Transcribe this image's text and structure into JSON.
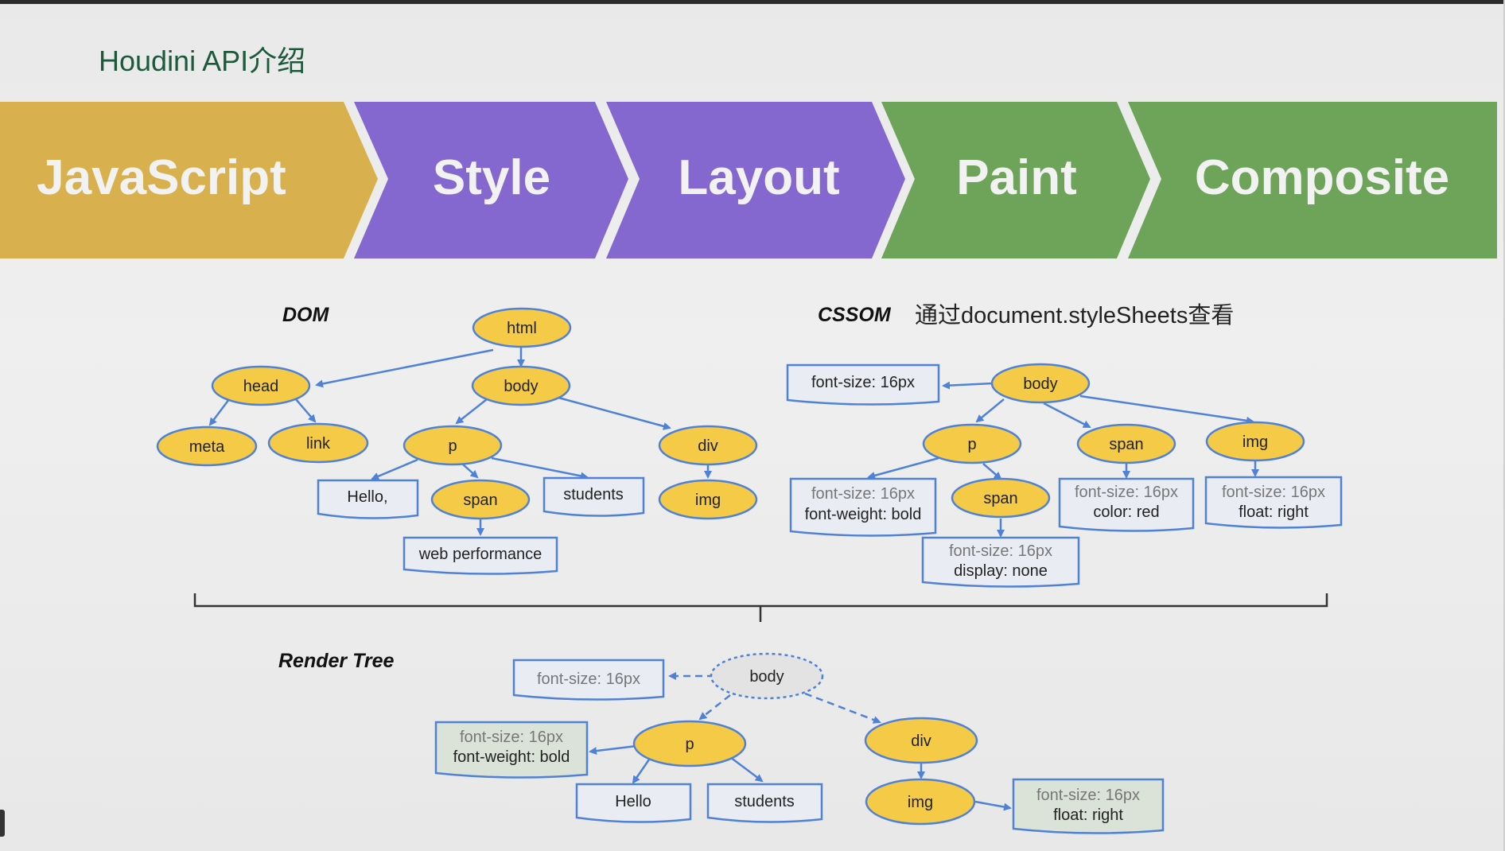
{
  "title": "Houdini API介绍",
  "pipeline": [
    "JavaScript",
    "Style",
    "Layout",
    "Paint",
    "Composite"
  ],
  "colors": {
    "javascript": "#d9b04e",
    "style": "#8468cf",
    "layout": "#8468cf",
    "paint": "#6ea35a",
    "composite": "#6ea35a",
    "node_fill": "#f4ca46",
    "node_stroke": "#4f82d6",
    "arrow": "#4f82d6"
  },
  "dom": {
    "label": "DOM",
    "nodes": {
      "html": "html",
      "head": "head",
      "body": "body",
      "meta": "meta",
      "link": "link",
      "p": "p",
      "div": "div",
      "hello": "Hello,",
      "span": "span",
      "students": "students",
      "img": "img",
      "web_performance": "web performance"
    }
  },
  "cssom": {
    "label": "CSSOM",
    "note": "通过document.styleSheets查看",
    "nodes": {
      "body": "body",
      "p": "p",
      "span": "span",
      "img": "img",
      "span2": "span"
    },
    "boxes": {
      "body_style": [
        "font-size: 16px"
      ],
      "p_style": [
        "font-size: 16px",
        "font-weight: bold"
      ],
      "span_style": [
        "font-size: 16px",
        "color: red"
      ],
      "img_style": [
        "font-size: 16px",
        "float: right"
      ],
      "span2_style": [
        "font-size: 16px",
        "display: none"
      ]
    }
  },
  "render_tree": {
    "label": "Render Tree",
    "nodes": {
      "body": "body",
      "p": "p",
      "div": "div",
      "img": "img",
      "hello": "Hello",
      "students": "students"
    },
    "boxes": {
      "body_style": [
        "font-size: 16px"
      ],
      "p_style": [
        "font-size: 16px",
        "font-weight: bold"
      ],
      "img_style": [
        "font-size: 16px",
        "float: right"
      ]
    }
  }
}
